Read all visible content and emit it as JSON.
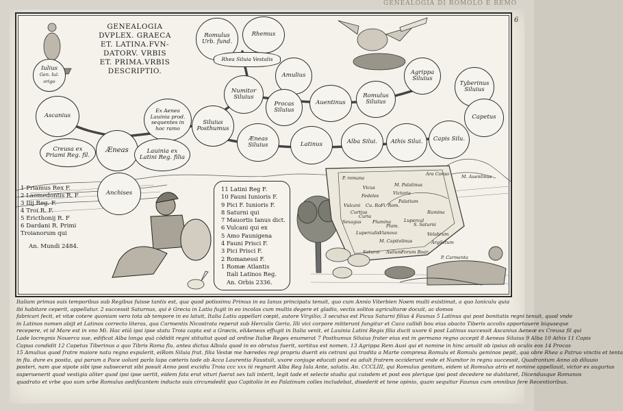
{
  "running_head": "GENEALOGIA DI ROMOLO E REMO",
  "page_number": "6",
  "title_lines": [
    "GENEALOGIA",
    "DVPLEX. GRAECA",
    "ET. LATINA.FVN-",
    "DATORV. VRBIS",
    "ET. PRIMA.VRBIS",
    "DESCRIPTIO."
  ],
  "nodes": {
    "iulius": [
      "Iulius",
      "Gen. Iul. origo"
    ],
    "romulus": [
      "Romulus",
      "Urb. fund."
    ],
    "rhemus": [
      "Rhemus"
    ],
    "rhea": [
      "Rhea Siluia Vestalis"
    ],
    "amulius": [
      "Amulius"
    ],
    "numitor": [
      "Numitor",
      "Siluius"
    ],
    "agrippa": [
      "Agrippa",
      "Siluius"
    ],
    "tyberinus": [
      "Tyberinus",
      "Siluius"
    ],
    "procas": [
      "Procas",
      "Siluius"
    ],
    "auentinus": [
      "Auentinus"
    ],
    "romulus_siluius": [
      "Romulus",
      "Siluius"
    ],
    "capetus": [
      "Capetus"
    ],
    "ascanius": [
      "Ascanius"
    ],
    "ex_aenea": [
      "Ex Aenea",
      "Lauinia prod.",
      "sequentes in",
      "hoc ramo"
    ],
    "siluius_posthumus": [
      "Siluius",
      "Posthumus"
    ],
    "aeneas_siluius": [
      "Æneas Siluius"
    ],
    "latinus": [
      "Latinus"
    ],
    "alba": [
      "Alba Silui."
    ],
    "athis": [
      "Athis Silui."
    ],
    "capis": [
      "Capis Silu."
    ],
    "creusa": [
      "Creusa ex",
      "Priami Reg. fil."
    ],
    "aeneas": [
      "Æneas"
    ],
    "lauinia": [
      "Lauinia ex",
      "Latini Reg. filia"
    ],
    "anchises": [
      "Anchises"
    ]
  },
  "greek_lineage": [
    "1 Priamus Rex F.",
    "2 Laomedontis R. F",
    "3 Ilij Reg. F.",
    "4 Troi R. F.",
    "5 Ericthonij R. F",
    "6 Dardani R. Primi",
    "Troianorum qui",
    "",
    "An. Mundi 2484."
  ],
  "latin_lineage": [
    "11 Latini Reg F.",
    "10 Fauni Iunioris F.",
    "9 Pici F. Iunioris F.",
    "8 Saturni qui",
    "7 Mauortis Ianus dict.",
    "6 Vulcani qui ex",
    "5 Amo Faunigena",
    "4 Fauni Prisci F.",
    "3 Pici Prisci F.",
    "2 Romanessi F.",
    "1 Romæ Atlantis",
    "Itali Latinos Reg.",
    "An. Orbis 2336."
  ],
  "map_labels": [
    "P. romana",
    "Ara Conso",
    "Vicus",
    "Victoria",
    "Fedeles",
    "M. Palatinus",
    "Palatium",
    "Vulcani",
    "Cu. Ro.",
    "Fi. Rom.",
    "Curia",
    "Curtius",
    "Flumina",
    "Sexagus",
    "Rumina",
    "Plam.",
    "Lupercal",
    "S. Saturni",
    "Vianova",
    "Lupercalis",
    "Velabrum",
    "Argiletum",
    "M. Capitolinus",
    "Asilum",
    "Saturni",
    "Forum Boar.",
    "M. Auentinus",
    "P. Carmenta"
  ],
  "caption_lines": [
    "Italiam primus suis temporibus sub Regibus fuisse tantis est, qua quod potissimu Primus in ea Ianus principatu tenuit, quo cum Annio Viterbien Noem multi existimat, a quo Ianiculu quia",
    "ibi habitare ceperit, appellatur. 2 successit Saturnus, qui è Grecia in Latiu fugit in eo incolas cum multis degere et gladio, vectis solitos agriculturæ docuit, ac domos",
    "fabricari fecit, et vitæ cotere quoniam vero tota ab tempore in eo latuit, Italia Latiu appellari cœpit, autore Virgilio; 3 secutus est Picus Saturni filius 4 Faunus 5 Latinus qui post bonitatis regni tenuit, quod vnde",
    "in Latinos nomen abijt et Latinos correcto literas, qua Carmentis Nicostrata reperat sub Herculis Gerio, Illi vici corpore mitterunt fungitur et Caco callidi bou eius abacto Tiberis accolis apportauere biquaeque",
    "recepere, vt id Mare est in vno Mi. Hac etiā ipsi ipse statu Troia capta est a Græcis, eliAeneas effugit in Italia venit, et Lauinia Latini Regis filia ducit uxore 6 post Latinus successit Ascanius Aeneæ ex Creusa fil qui",
    "Lade locregnis Nouerca sue, edificat Alba longa quā cōdidit regni stituitut quod ad ordine Italiæ Reges enumerat 7 Posthumus Siluius frater eius est in germano regno accepit 8 Aeneas Siluius 9 Alba 10 Athis 11 Capis",
    "Capua condidit 12 Capetus Tiberinus a quo Tibris Roma flu. antea dictus Albula quod in eo obrutus fuerit, sortitus est nomen. 13 Agrippa Rem Ausi qui et nomine in hinc amulit ob ipsius ob oculis eos 14 Procas",
    "15 Amulius quod fratre maiore natu regno expulerit, eiRom Siluia frat. filia Vestæ me hæredes regi propriu duerit eis cetrani qui tradita a Marte compresa Romulu et Romulu geminos pepit, qua obre Rhea a Patruo vinctis et tenta",
    "in flu. dure ex posita, qui parum a Pace uolunt parla lupa cæteris tade ab Acca Laurentia Faustuli, uxore conjuge educati post ea adult fratrem occiderunt vnde et Numitor in regnu successit, Quadrantum Anno ab diluuio",
    "posteri, nam que sipote sibi ipse subsecerat sibi posuit Anno post excidiu Troia ccc xxx iii regnarit Alba Reg Iula Ante, salutis. An. CCCLIII, qui Romulus genitam, eidem ut Romulus atris et nomine appellauit, victor ex augurius",
    "superuenerit quod vestigia aliter quod ipsi ipse uertit, eidem fata erat vituri fuerat sex tali interit, legit tade et selecte studia qui cuisdem et post eos plerique ipsi post decedere ne dubitaret, Dicendusque Romanos",
    "quadrato et vrbe quo sum urbe Romulus aedificantem inducto suis circumdedit quo Capitolio in eo Palatinum colles includebat, disederit et tene opinio, quam sequitur Faunus cum omnibus fere Recentioribus."
  ]
}
